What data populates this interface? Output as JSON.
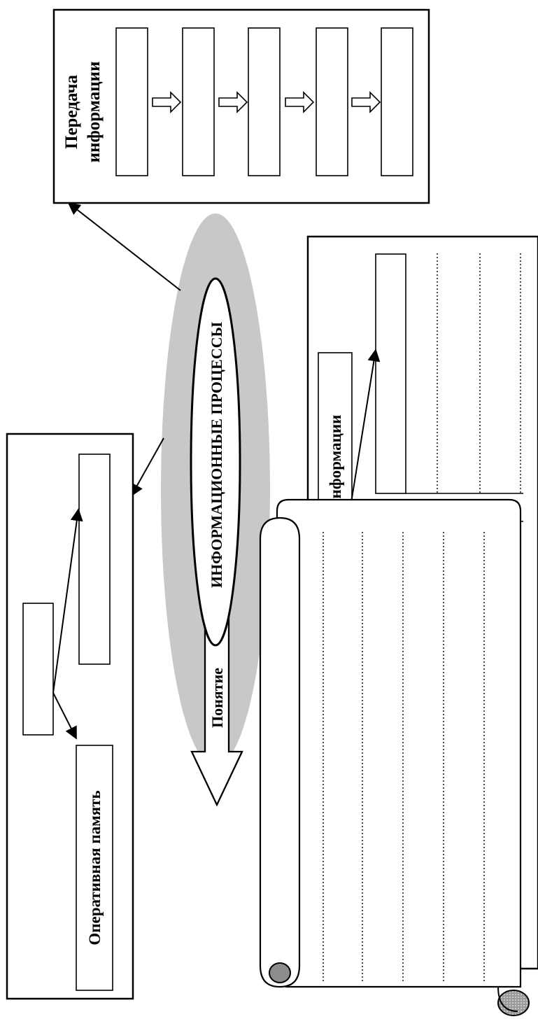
{
  "center": {
    "title": "ИНФОРМАЦИОННЫЕ ПРОЦЕССЫ"
  },
  "concept_arrow": {
    "label": "Понятие"
  },
  "transmission": {
    "title": "Передача информации",
    "title_line1": "Передача",
    "title_line2": "информации"
  },
  "memory": {
    "title": "Оперативная память"
  },
  "processing": {
    "title": "Обработка информации"
  },
  "colors": {
    "ink": "#000000",
    "halo": "#c8c8c8",
    "paper": "#ffffff",
    "seal": "#8c8c8c"
  }
}
